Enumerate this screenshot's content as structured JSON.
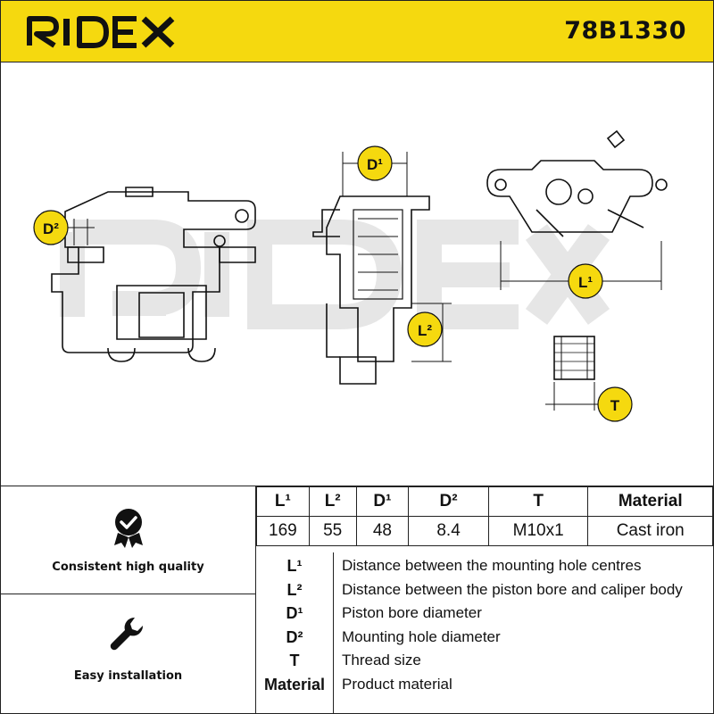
{
  "header": {
    "brand": "RIDEX",
    "part_number": "78B1330",
    "background_color": "#f5d90f"
  },
  "drawing": {
    "labels": {
      "d1": "D¹",
      "d2": "D²",
      "l1": "L¹",
      "l2": "L²",
      "t": "T"
    },
    "watermark": "RIDEX",
    "label_color": "#f5d90f"
  },
  "features": [
    {
      "icon": "quality-badge-icon",
      "label": "Consistent high quality"
    },
    {
      "icon": "wrench-icon",
      "label": "Easy installation"
    }
  ],
  "spec_table": {
    "headers": [
      "L¹",
      "L²",
      "D¹",
      "D²",
      "T",
      "Material"
    ],
    "values": [
      "169",
      "55",
      "48",
      "8.4",
      "M10x1",
      "Cast iron"
    ]
  },
  "legend": [
    {
      "key": "L¹",
      "desc": "Distance between the mounting hole centres"
    },
    {
      "key": "L²",
      "desc": "Distance between the piston bore and caliper body"
    },
    {
      "key": "D¹",
      "desc": "Piston bore diameter"
    },
    {
      "key": "D²",
      "desc": "Mounting hole diameter"
    },
    {
      "key": "T",
      "desc": "Thread size"
    },
    {
      "key": "Material",
      "desc": "Product material"
    }
  ]
}
